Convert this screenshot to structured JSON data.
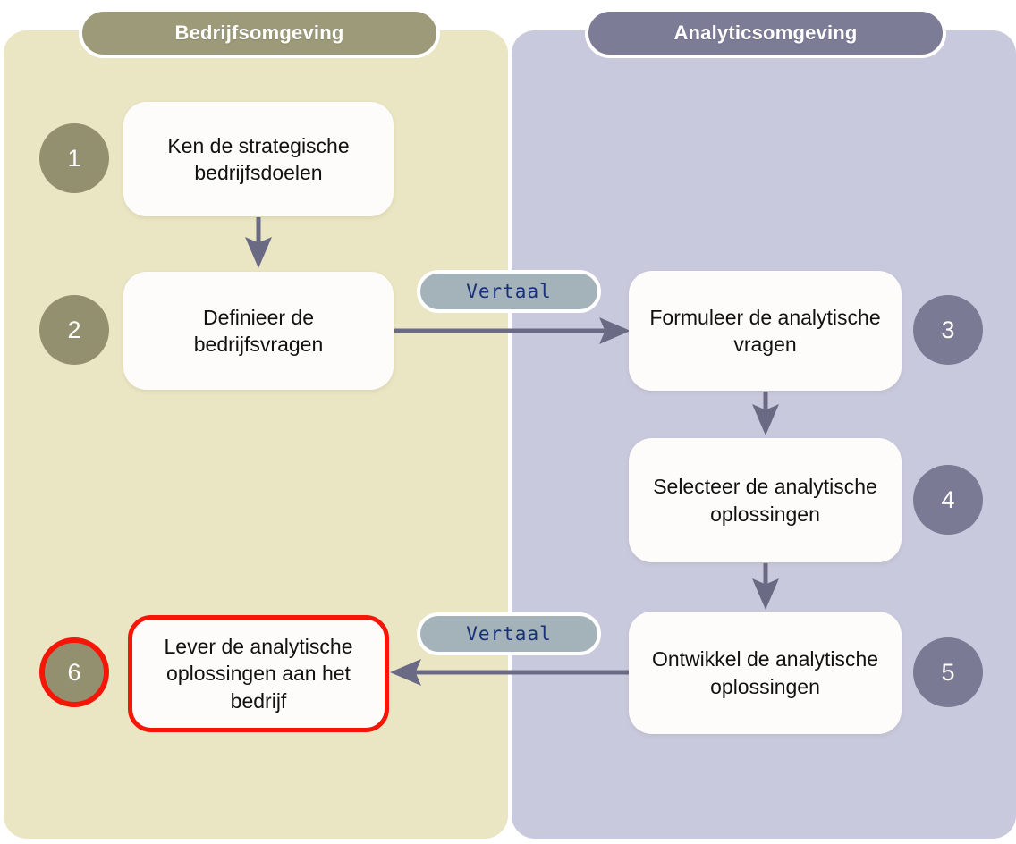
{
  "lanes": [
    {
      "id": "business",
      "title": "Bedrijfsomgeving",
      "color": "#9c9a78",
      "background": "#eae5c2"
    },
    {
      "id": "analytics",
      "title": "Analyticsomgeving",
      "color": "#7c7c97",
      "background": "#c9c9dd"
    }
  ],
  "steps": [
    {
      "number": "1",
      "text": "Ken de strategische bedrijfsdoelen",
      "lane": "business",
      "badge_color": "#93906f",
      "highlighted": false
    },
    {
      "number": "2",
      "text": "Definieer de bedrijfsvragen",
      "lane": "business",
      "badge_color": "#93906f",
      "highlighted": false
    },
    {
      "number": "3",
      "text": "Formuleer de analytische vragen",
      "lane": "analytics",
      "badge_color": "#7a7a95",
      "highlighted": false
    },
    {
      "number": "4",
      "text": "Selecteer de analytische oplossingen",
      "lane": "analytics",
      "badge_color": "#7a7a95",
      "highlighted": false
    },
    {
      "number": "5",
      "text": "Ontwikkel de analytische oplossingen",
      "lane": "analytics",
      "badge_color": "#7a7a95",
      "highlighted": false
    },
    {
      "number": "6",
      "text": "Lever de analytische oplossingen aan het bedrijf",
      "lane": "business",
      "badge_color": "#93906f",
      "highlighted": true
    }
  ],
  "connectors": [
    {
      "id": "c1",
      "label": "",
      "from": "1",
      "to": "2",
      "direction": "down"
    },
    {
      "id": "c2",
      "label": "Vertaal",
      "from": "2",
      "to": "3",
      "direction": "right"
    },
    {
      "id": "c3",
      "label": "",
      "from": "3",
      "to": "4",
      "direction": "down"
    },
    {
      "id": "c4",
      "label": "",
      "from": "4",
      "to": "5",
      "direction": "down"
    },
    {
      "id": "c5",
      "label": "Vertaal",
      "from": "5",
      "to": "6",
      "direction": "left"
    }
  ],
  "labels": {
    "translate_1": "Vertaal",
    "translate_2": "Vertaal"
  },
  "colors": {
    "arrow": "#6b6a85",
    "highlight": "#f61608",
    "translate_pill": "#a4b2b9",
    "translate_text": "#17307a",
    "box_fill": "#fdfcfb",
    "box_text": "#111111"
  }
}
